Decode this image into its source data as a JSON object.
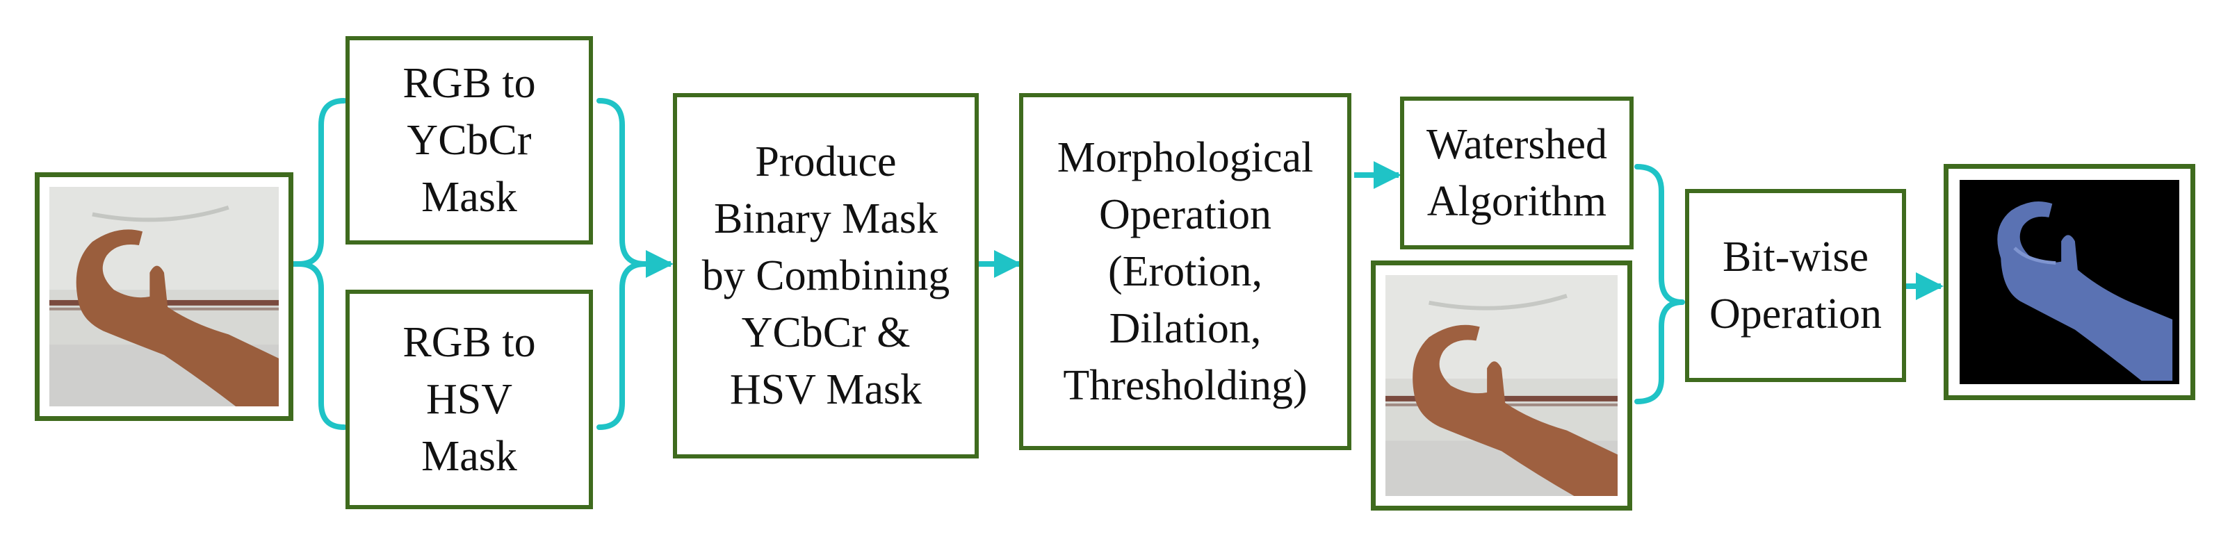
{
  "colors": {
    "box_border": "#3f6b1e",
    "connector": "#1fc3c6",
    "text": "#111111"
  },
  "boxes": {
    "rgb_ycbcr": {
      "lines": [
        "RGB to",
        "YCbCr",
        "Mask"
      ]
    },
    "rgb_hsv": {
      "lines": [
        "RGB to",
        "HSV",
        "Mask"
      ]
    },
    "binary_mask": {
      "lines": [
        "Produce",
        "Binary Mask",
        "by Combining",
        "YCbCr &",
        "HSV Mask"
      ]
    },
    "morphological": {
      "lines": [
        "Morphological",
        "Operation",
        "(Erotion,",
        "Dilation,",
        "Thresholding)"
      ]
    },
    "watershed": {
      "lines": [
        "Watershed",
        "Algorithm"
      ]
    },
    "bitwise": {
      "lines": [
        "Bit-wise",
        "Operation"
      ]
    }
  },
  "images": {
    "input": "hand-photo",
    "watershed_result": "hand-photo",
    "output": "segmented-hand-on-black"
  }
}
